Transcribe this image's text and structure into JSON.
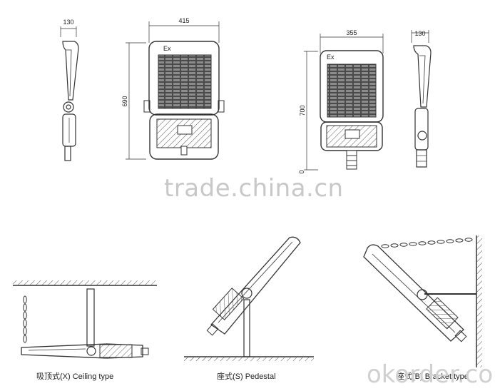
{
  "dimensions": {
    "side_left_width": "130",
    "front_left_width": "415",
    "front_left_height": "690",
    "front_right_width": "355",
    "front_right_height": "700",
    "side_right_width": "130",
    "front_left_bottom_tick": "0"
  },
  "labels": {
    "ex_mark_left": "Ex",
    "ex_mark_right": "Ex"
  },
  "captions": {
    "ceiling": "吸顶式(X) Ceiling type",
    "pedestal": "座式(S) Pedestal",
    "bracket": "座式(B) Bracket type"
  },
  "watermarks": {
    "center": "trade.china.cn",
    "corner": "okorder.com"
  }
}
